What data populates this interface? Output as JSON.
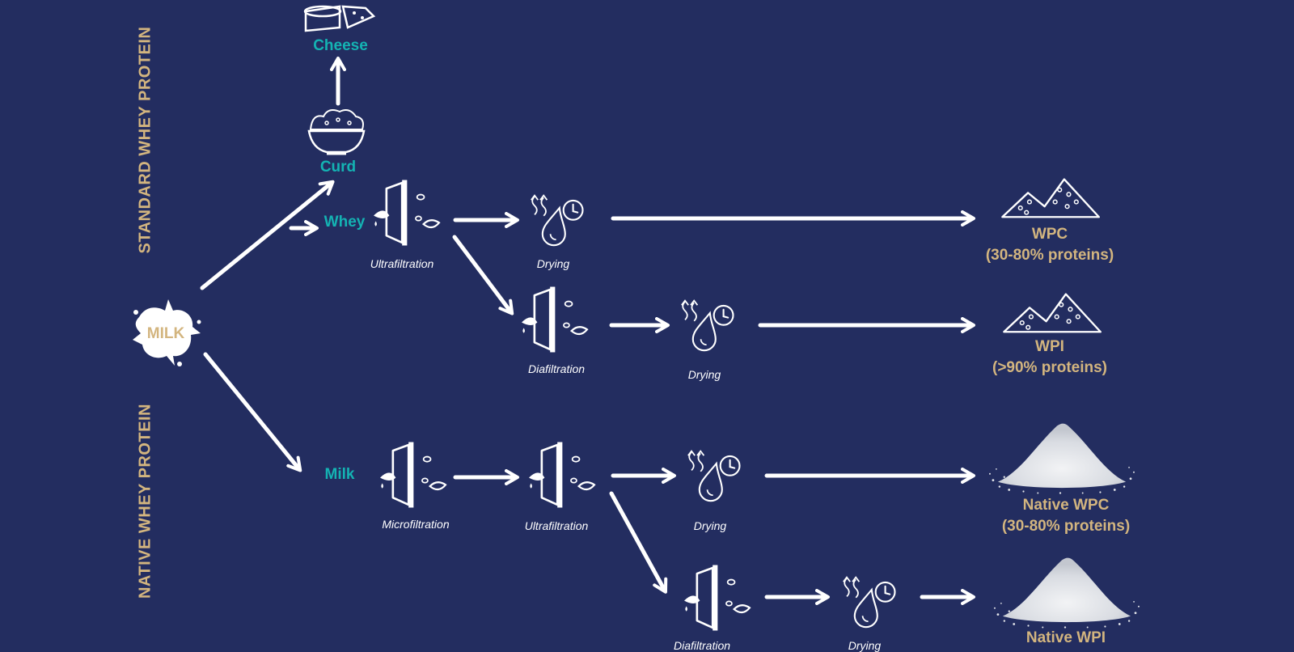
{
  "side_labels": {
    "standard": "STANDARD WHEY PROTEIN",
    "native": "NATIVE WHEY PROTEIN"
  },
  "source": {
    "label": "MILK",
    "icon": "milk-splash-icon"
  },
  "nodes": {
    "cheese": "Cheese",
    "curd": "Curd",
    "whey": "Whey",
    "milk": "Milk"
  },
  "steps": {
    "standard_ultrafiltration": "Ultrafiltration",
    "standard_drying_1": "Drying",
    "standard_diafiltration": "Diafiltration",
    "standard_drying_2": "Drying",
    "native_microfiltration": "Microfiltration",
    "native_ultrafiltration": "Ultrafiltration",
    "native_drying_1": "Drying",
    "native_diafiltration": "Diafiltration",
    "native_drying_2": "Drying"
  },
  "products": {
    "wpc": {
      "name": "WPC",
      "detail": "(30-80% proteins)"
    },
    "wpi": {
      "name": "WPI",
      "detail": "(>90% proteins)"
    },
    "native_wpc": {
      "name": "Native WPC",
      "detail": "(30-80% proteins)"
    },
    "native_wpi": {
      "name": "Native WPI",
      "detail": ""
    }
  },
  "colors": {
    "background": "#232d60",
    "accent_gold": "#d3b57f",
    "accent_teal": "#14b3b3",
    "line": "#ffffff"
  },
  "icons": {
    "filtration": "filtration-membrane-icon",
    "drying": "drying-icon",
    "powder_mound": "powder-mound-icon",
    "powder_pile": "powder-pile-icon",
    "curd_bowl": "curd-bowl-icon",
    "cheese": "cheese-icon"
  }
}
